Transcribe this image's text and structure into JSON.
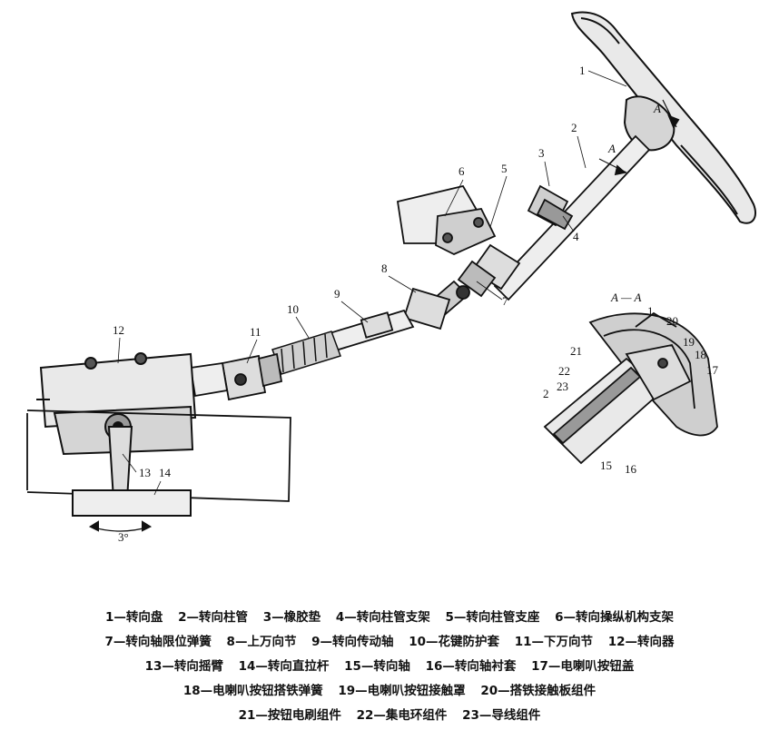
{
  "diagram": {
    "section_label": "A — A",
    "section_arrow_label_1": "A",
    "section_arrow_label_2": "A",
    "angle_label": "3°",
    "callouts": [
      "1",
      "2",
      "3",
      "4",
      "5",
      "6",
      "7",
      "8",
      "9",
      "10",
      "11",
      "12",
      "13",
      "14",
      "1",
      "20",
      "19",
      "18",
      "17",
      "21",
      "22",
      "2",
      "23",
      "15",
      "16"
    ]
  },
  "legend": {
    "lines": [
      [
        "1—转向盘",
        "2—转向柱管",
        "3—橡胶垫",
        "4—转向柱管支架",
        "5—转向柱管支座",
        "6—转向操纵机构支架"
      ],
      [
        "7—转向轴限位弹簧",
        "8—上万向节",
        "9—转向传动轴",
        "10—花键防护套",
        "11—下万向节",
        "12—转向器"
      ],
      [
        "13—转向摇臂",
        "14—转向直拉杆",
        "15—转向轴",
        "16—转向轴衬套",
        "17—电喇叭按钮盖"
      ],
      [
        "18—电喇叭按钮搭铁弹簧",
        "19—电喇叭按钮接触罩",
        "20—搭铁接触板组件"
      ],
      [
        "21—按钮电刷组件",
        "22—集电环组件",
        "23—导线组件"
      ]
    ]
  }
}
